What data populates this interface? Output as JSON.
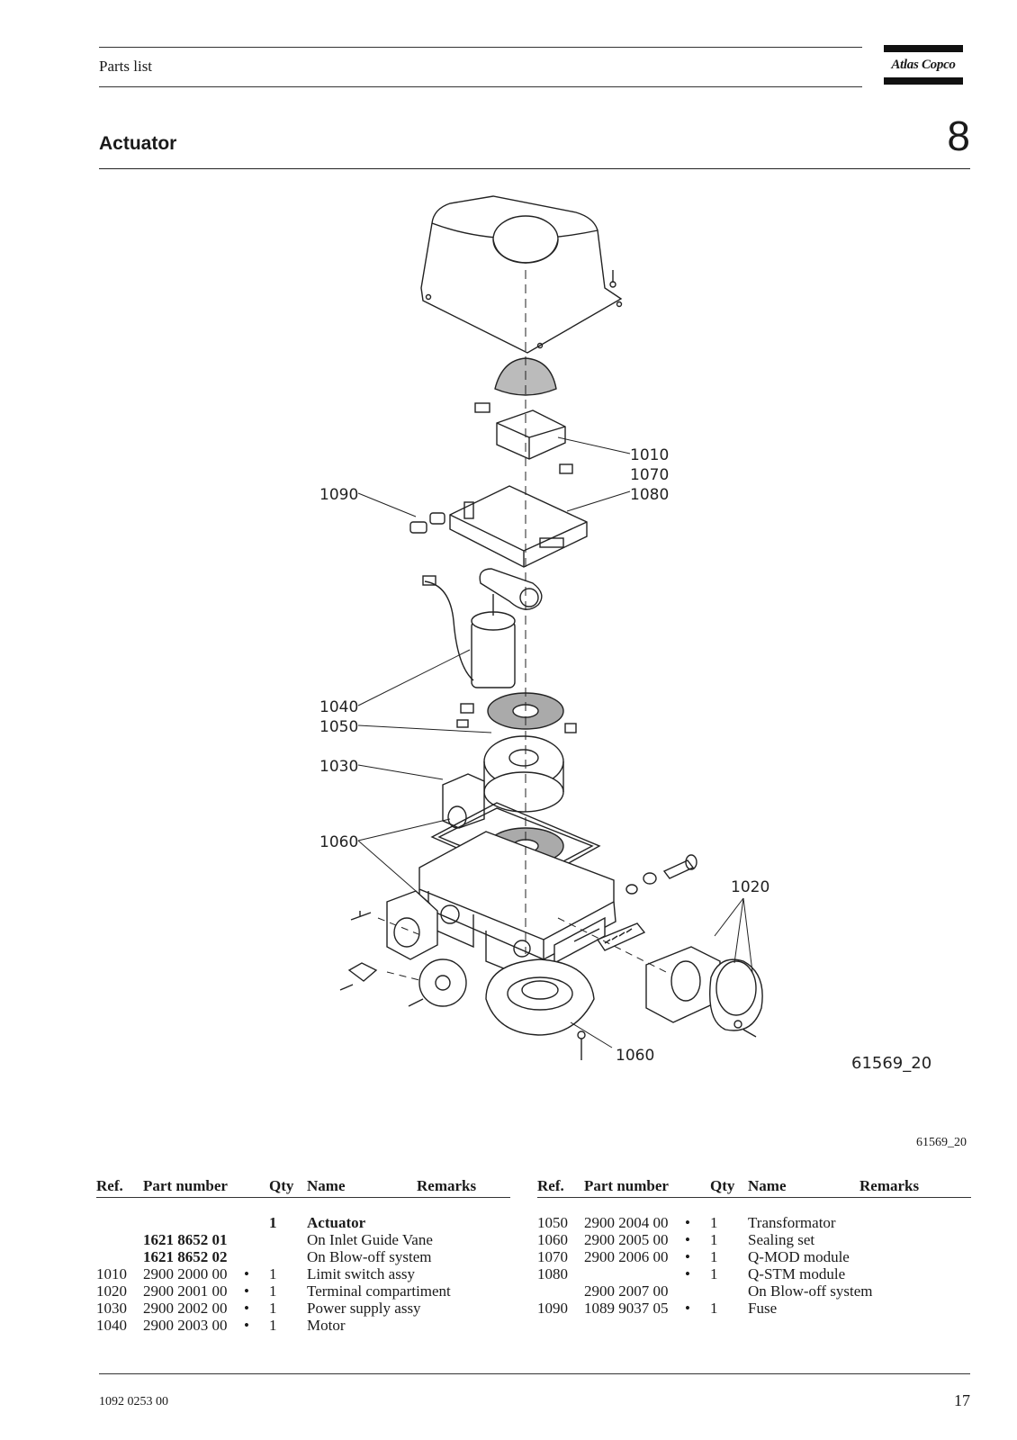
{
  "header": {
    "section": "Parts list",
    "brand": "Atlas Copco"
  },
  "section": {
    "title": "Actuator",
    "number": "8"
  },
  "drawing": {
    "code": "61569_20",
    "labels": [
      "1010",
      "1070",
      "1080",
      "1090",
      "1040",
      "1050",
      "1030",
      "1060",
      "1020",
      "1060"
    ]
  },
  "figure_caption": "61569_20",
  "table_left": {
    "headers": [
      "Ref.",
      "Part number",
      "Qty",
      "Name",
      "Remarks"
    ],
    "rows": [
      {
        "ref": "",
        "part": "",
        "bullet": "",
        "qty": "1",
        "name": "Actuator",
        "remarks": ""
      },
      {
        "ref": "",
        "part": "1621 8652 01",
        "bullet": "",
        "qty": "",
        "name": "On Inlet Guide Vane",
        "remarks": ""
      },
      {
        "ref": "",
        "part": "1621 8652 02",
        "bullet": "",
        "qty": "",
        "name": "On Blow-off system",
        "remarks": ""
      },
      {
        "ref": "1010",
        "part": "2900 2000 00",
        "bullet": "•",
        "qty": "1",
        "name": "Limit switch assy",
        "remarks": ""
      },
      {
        "ref": "1020",
        "part": "2900 2001 00",
        "bullet": "•",
        "qty": "1",
        "name": "Terminal compartiment",
        "remarks": ""
      },
      {
        "ref": "1030",
        "part": "2900 2002 00",
        "bullet": "•",
        "qty": "1",
        "name": "Power supply assy",
        "remarks": ""
      },
      {
        "ref": "1040",
        "part": "2900 2003 00",
        "bullet": "•",
        "qty": "1",
        "name": "Motor",
        "remarks": ""
      }
    ]
  },
  "table_right": {
    "headers": [
      "Ref.",
      "Part number",
      "Qty",
      "Name",
      "Remarks"
    ],
    "rows": [
      {
        "ref": "1050",
        "part": "2900 2004 00",
        "bullet": "•",
        "qty": "1",
        "name": "Transformator",
        "remarks": ""
      },
      {
        "ref": "1060",
        "part": "2900 2005 00",
        "bullet": "•",
        "qty": "1",
        "name": "Sealing set",
        "remarks": ""
      },
      {
        "ref": "1070",
        "part": "2900 2006 00",
        "bullet": "•",
        "qty": "1",
        "name": "Q-MOD module",
        "remarks": ""
      },
      {
        "ref": "1080",
        "part": "",
        "bullet": "•",
        "qty": "1",
        "name": "Q-STM module",
        "remarks": ""
      },
      {
        "ref": "",
        "part": "2900 2007 00",
        "bullet": "",
        "qty": "",
        "name": "On Blow-off system",
        "remarks": ""
      },
      {
        "ref": "1090",
        "part": "1089 9037 05",
        "bullet": "•",
        "qty": "1",
        "name": "Fuse",
        "remarks": ""
      }
    ]
  },
  "footer": {
    "doc_number": "1092 0253 00",
    "page": "17"
  }
}
